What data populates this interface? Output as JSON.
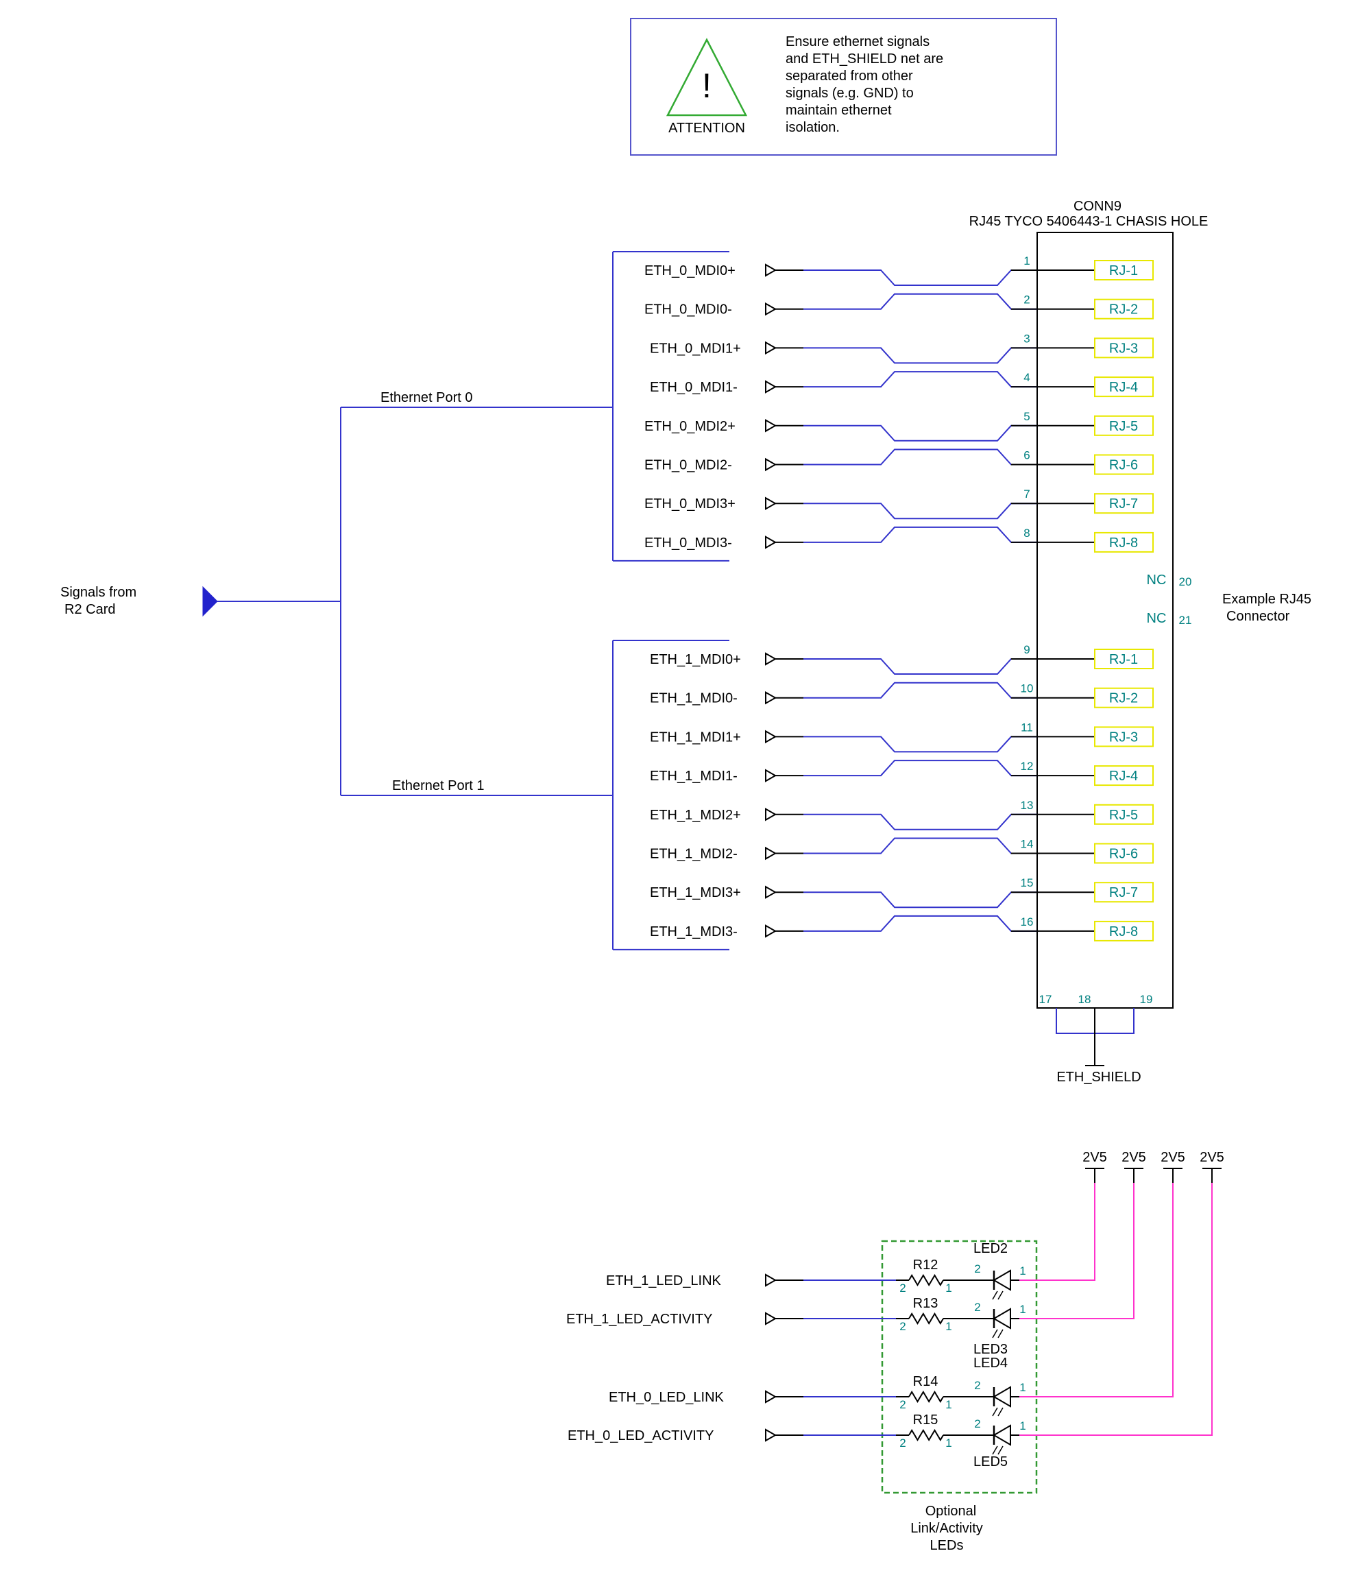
{
  "attention": {
    "icon": "warning-triangle-icon",
    "symbol": "!",
    "caption": "ATTENTION",
    "lines": [
      "Ensure ethernet signals",
      "and ETH_SHIELD net are",
      "separated from other",
      "signals (e.g. GND) to",
      "maintain ethernet",
      "isolation."
    ]
  },
  "connector": {
    "refdes": "CONN9",
    "part": "RJ45 TYCO 5406443-1 CHASIS HOLE",
    "nc_label": "NC",
    "nc_pins": [
      "20",
      "21"
    ],
    "shield_pins": [
      "17",
      "18",
      "19"
    ],
    "shield_net": "ETH_SHIELD",
    "example_label": [
      "Example RJ45",
      "Connector"
    ]
  },
  "source": {
    "lines": [
      "Signals from",
      "R2 Card"
    ]
  },
  "ports": [
    {
      "label": "Ethernet Port 0",
      "signals": [
        {
          "name": "ETH_0_MDI0+",
          "pin": "1",
          "rj": "RJ-1"
        },
        {
          "name": "ETH_0_MDI0-",
          "pin": "2",
          "rj": "RJ-2"
        },
        {
          "name": "ETH_0_MDI1+",
          "pin": "3",
          "rj": "RJ-3"
        },
        {
          "name": "ETH_0_MDI1-",
          "pin": "4",
          "rj": "RJ-4"
        },
        {
          "name": "ETH_0_MDI2+",
          "pin": "5",
          "rj": "RJ-5"
        },
        {
          "name": "ETH_0_MDI2-",
          "pin": "6",
          "rj": "RJ-6"
        },
        {
          "name": "ETH_0_MDI3+",
          "pin": "7",
          "rj": "RJ-7"
        },
        {
          "name": "ETH_0_MDI3-",
          "pin": "8",
          "rj": "RJ-8"
        }
      ]
    },
    {
      "label": "Ethernet Port 1",
      "signals": [
        {
          "name": "ETH_1_MDI0+",
          "pin": "9",
          "rj": "RJ-1"
        },
        {
          "name": "ETH_1_MDI0-",
          "pin": "10",
          "rj": "RJ-2"
        },
        {
          "name": "ETH_1_MDI1+",
          "pin": "11",
          "rj": "RJ-3"
        },
        {
          "name": "ETH_1_MDI1-",
          "pin": "12",
          "rj": "RJ-4"
        },
        {
          "name": "ETH_1_MDI2+",
          "pin": "13",
          "rj": "RJ-5"
        },
        {
          "name": "ETH_1_MDI2-",
          "pin": "14",
          "rj": "RJ-6"
        },
        {
          "name": "ETH_1_MDI3+",
          "pin": "15",
          "rj": "RJ-7"
        },
        {
          "name": "ETH_1_MDI3-",
          "pin": "16",
          "rj": "RJ-8"
        }
      ]
    }
  ],
  "leds": {
    "power_net": "2V5",
    "group_caption": [
      "Optional",
      "Link/Activity",
      "LEDs"
    ],
    "rows": [
      {
        "signal": "ETH_1_LED_LINK",
        "resistor": "R12",
        "led": "LED2"
      },
      {
        "signal": "ETH_1_LED_ACTIVITY",
        "resistor": "R13",
        "led": "LED3"
      },
      {
        "signal": "ETH_0_LED_LINK",
        "resistor": "R14",
        "led": "LED4"
      },
      {
        "signal": "ETH_0_LED_ACTIVITY",
        "resistor": "R15",
        "led": "LED5"
      }
    ],
    "res_pins": [
      "2",
      "1"
    ],
    "led_pins": [
      "2",
      "1"
    ]
  },
  "colors": {
    "wire": "#3333cc",
    "wire_dark": "#000000",
    "led_wire": "#ff33cc",
    "pin_text": "#008080",
    "rj_box": "#e8e800",
    "border_blue": "#5555cc",
    "dash_green": "#339933",
    "triangle_green": "#33aa33",
    "source_arrow": "#2222cc"
  }
}
